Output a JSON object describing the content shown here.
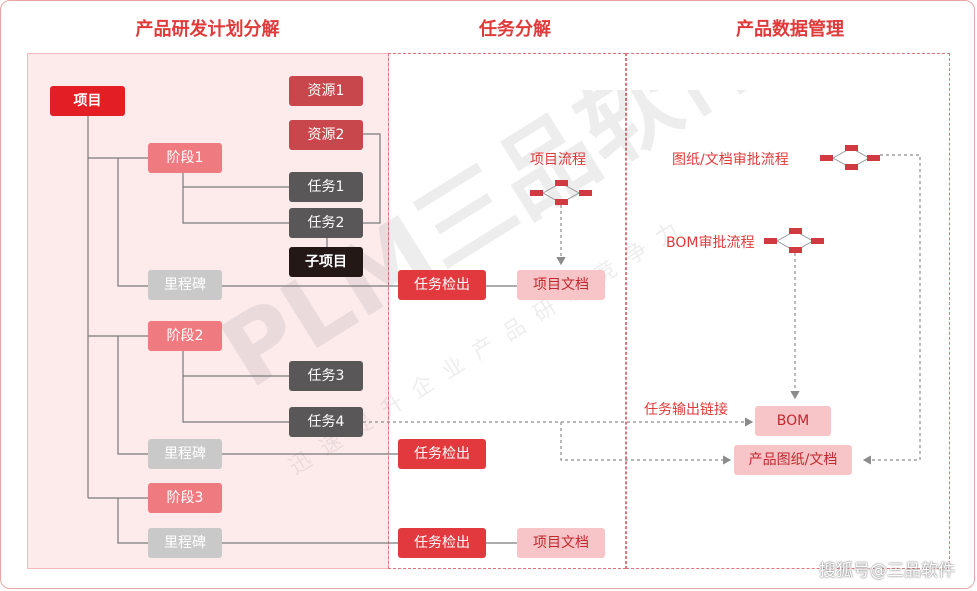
{
  "headers": {
    "left": "产品研发计划分解",
    "middle": "任务分解",
    "right": "产品数据管理"
  },
  "tree": {
    "project": "项目",
    "resources": [
      "资源1",
      "资源2"
    ],
    "stages": [
      "阶段1",
      "阶段2",
      "阶段3"
    ],
    "tasks": [
      "任务1",
      "任务2",
      "任务3",
      "任务4"
    ],
    "subproject": "子项目",
    "milestone": "里程碑"
  },
  "middle": {
    "check": "任务检出",
    "project_doc": "项目文档",
    "project_flow": "项目流程"
  },
  "right": {
    "drawing_flow": "图纸/文档审批流程",
    "bom_flow": "BOM审批流程",
    "output_link": "任务输出链接",
    "bom": "BOM",
    "product_docs": "产品图纸/文档"
  },
  "watermark": {
    "logo": "PLM三品软件",
    "slogan": "迅速提升企业产品研发竞争力"
  },
  "footer": "搜狐号@三品软件",
  "colors": {
    "accent": "#e31e25",
    "header_text": "#e03a3a",
    "stage": "#ef7a80",
    "resource": "#c8474c",
    "task": "#595757",
    "milestone": "#c9c9c9",
    "document": "#f7c5c8"
  }
}
